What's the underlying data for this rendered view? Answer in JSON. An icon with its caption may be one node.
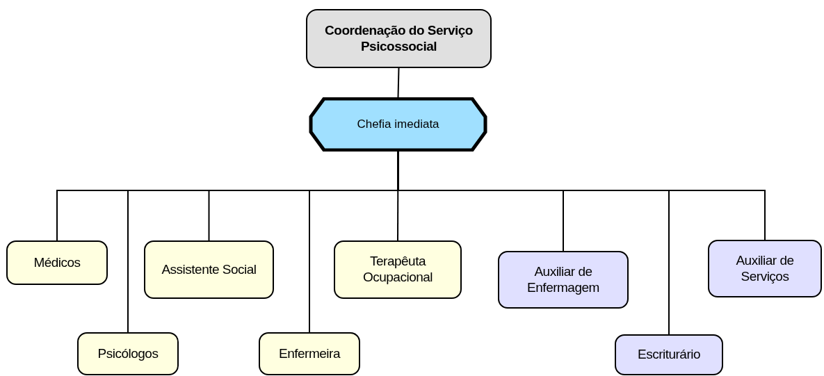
{
  "diagram": {
    "nodes": [
      {
        "text": [
          "Coordenação do Serviço Psicossocial"
        ]
      },
      {
        "text": [
          "Chefia imediata"
        ]
      },
      {
        "text": [
          "Médicos"
        ]
      },
      {
        "text": [
          "Psicólogos"
        ]
      },
      {
        "text": [
          "Assistente Social"
        ]
      },
      {
        "text": [
          "Enfermeira"
        ]
      },
      {
        "text": [
          "Terapêuta Ocupacional"
        ]
      },
      {
        "text": [
          "Auxiliar de Enfermagem"
        ]
      },
      {
        "text": [
          "Escriturário"
        ]
      },
      {
        "text": [
          "Auxiliar de Serviços"
        ]
      }
    ],
    "edges": [
      {
        "from": 0,
        "to": 1,
        "arrow": "none"
      },
      {
        "from": 1,
        "to": 2,
        "arrow": "none"
      },
      {
        "from": 1,
        "to": 3,
        "arrow": "none"
      },
      {
        "from": 1,
        "to": 4,
        "arrow": "none"
      },
      {
        "from": 1,
        "to": 5,
        "arrow": "none"
      },
      {
        "from": 1,
        "to": 6,
        "arrow": "none"
      },
      {
        "from": 1,
        "to": 7,
        "arrow": "none"
      },
      {
        "from": 1,
        "to": 8,
        "arrow": "none"
      },
      {
        "from": 1,
        "to": 9,
        "arrow": "none"
      }
    ]
  }
}
